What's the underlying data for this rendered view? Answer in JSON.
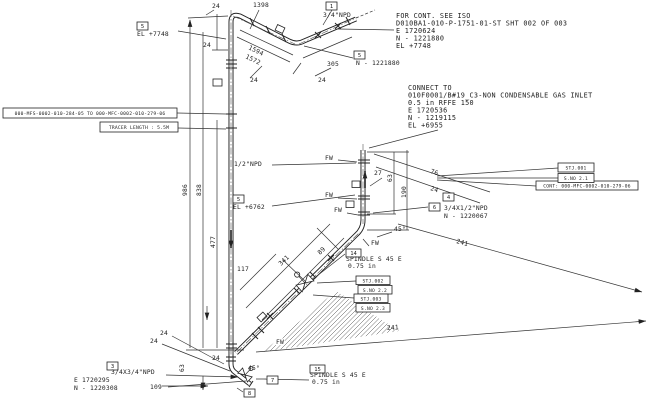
{
  "drawing_type": "piping-isometric",
  "colors": {
    "ink": "#1c1c1c",
    "background": "#ffffff"
  },
  "labels": {
    "d24": "24",
    "d1398": "1398",
    "d1594": "1594",
    "d1572": "1572",
    "d305": "305",
    "d986": "986",
    "d838": "838",
    "d477": "477",
    "d27": "27",
    "d63": "63",
    "d190": "190",
    "d76": "76",
    "d341": "341",
    "d89": "89",
    "d117": "117",
    "d241": "241",
    "d109": "109",
    "d45": "45°",
    "fw": "FW",
    "npd34": "3/4\"NPD",
    "npd12": "1/2\"NPD",
    "npd3412": "3/4X1/2\"NPD",
    "npd3434": "3/4X3/4\"NPD",
    "i1": "1",
    "i3": "3",
    "i4": "4",
    "i5": "5",
    "i6": "6",
    "i7": "7",
    "i8": "8",
    "i14": "14",
    "i15": "15",
    "el7748": "EL +7748",
    "el6762": "EL +6762",
    "n1221880": "N - 1221880",
    "n1220067": "N - 1220067",
    "n1220308": "N - 1220308",
    "e1720295": "E 1720295",
    "fc1": "FOR CONT. SEE ISO",
    "fc2": "D010BA1-010-P-1751-01-ST SHT 002 OF 003",
    "fc3": "E 1720624",
    "fc4": "N - 1221880",
    "fc5": "EL +7748",
    "ct1": "CONNECT TO",
    "ct2": "010F0001/B#19_C3-NON CONDENSABLE GAS INLET",
    "ct3": "0.5 in RFFE 150",
    "ct4": "E 1720536",
    "ct5": "N - 1219115",
    "ct6": "EL +6955",
    "lineref": "000-MFS-0002-010-284-05 TO 000-MFC-0002-010-279-06",
    "tracer": "TRACER LENGTH : 5.5M",
    "cont": "CONT: 000-MFC-0002-010-279-06",
    "stj001": "STJ.001",
    "sno21": "S.NO 2.1",
    "stj002": "STJ.002",
    "sno22": "S.NO 2.2",
    "stj003": "STJ.003",
    "sno23": "S.NO 2.3",
    "spindle": "SPINDLE S 45 E",
    "bore": "0.75 in"
  }
}
